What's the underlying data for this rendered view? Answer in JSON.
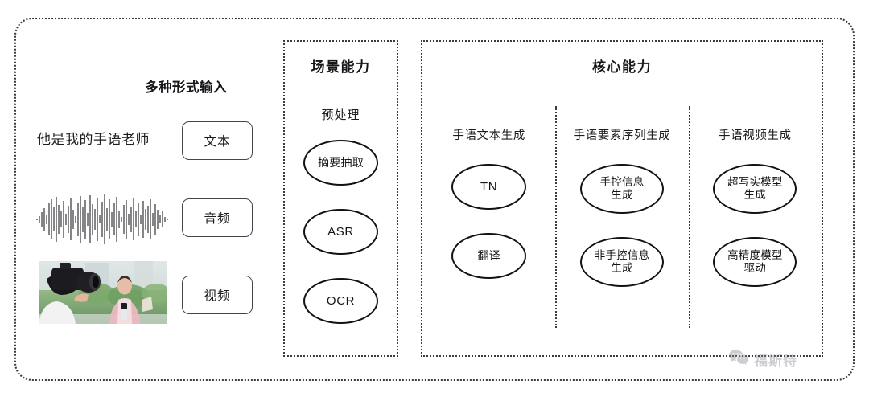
{
  "diagram": {
    "input_section": {
      "title": "多种形式输入",
      "rows": [
        {
          "sample_text": "他是我的手语老师",
          "chip_label": "文本",
          "media": "text"
        },
        {
          "sample_text": "",
          "chip_label": "音频",
          "media": "audio-waveform"
        },
        {
          "sample_text": "",
          "chip_label": "视频",
          "media": "video-thumbnail"
        }
      ]
    },
    "scene_capability": {
      "title": "场景能力",
      "subtitle": "预处理",
      "nodes": [
        {
          "label": "摘要抽取"
        },
        {
          "label": "ASR"
        },
        {
          "label": "OCR"
        }
      ]
    },
    "core_capability": {
      "title": "核心能力",
      "groups": [
        {
          "title": "手语文本生成",
          "nodes": [
            {
              "line1": "TN",
              "line2": ""
            },
            {
              "line1": "翻译",
              "line2": ""
            }
          ]
        },
        {
          "title": "手语要素序列生成",
          "nodes": [
            {
              "line1": "手控信息",
              "line2": "生成"
            },
            {
              "line1": "非手控信息",
              "line2": "生成"
            }
          ]
        },
        {
          "title": "手语视频生成",
          "nodes": [
            {
              "line1": "超写实模型",
              "line2": "生成"
            },
            {
              "line1": "高精度模型",
              "line2": "驱动"
            }
          ]
        }
      ]
    },
    "watermark": {
      "label": "福斯特",
      "icon": "wechat-icon"
    },
    "colors": {
      "border": "#3a3a44",
      "node_border": "#121214",
      "text": "#1d1d1f",
      "watermark": "#8c8c93"
    }
  }
}
